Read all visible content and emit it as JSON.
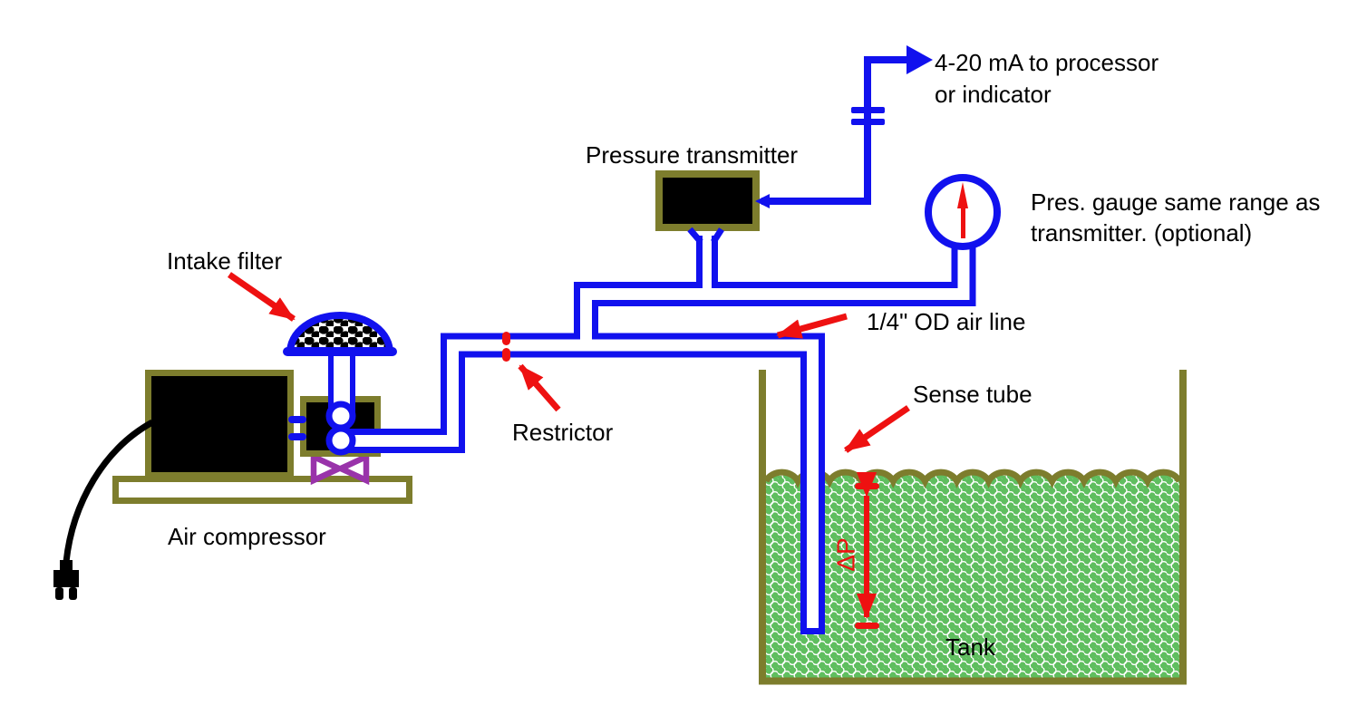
{
  "diagram": {
    "type": "bubbler-level-measurement-piping-diagram",
    "labels": {
      "intake_filter": "Intake filter",
      "pressure_transmitter": "Pressure transmitter",
      "output_line1": "4-20 mA to processor",
      "output_line2": "or indicator",
      "gauge_note_line1": "Pres. gauge same range as",
      "gauge_note_line2": "transmitter. (optional)",
      "air_line": "1/4\" OD air line",
      "sense_tube": "Sense tube",
      "restrictor": "Restrictor",
      "air_compressor": "Air compressor",
      "tank": "Tank",
      "delta_p": "ΔP"
    },
    "components": [
      "air-compressor-motor",
      "compressor-head",
      "intake-filter-dome",
      "check-valve-circles",
      "drive-coupling",
      "shutoff-valve",
      "power-plug",
      "base-plate",
      "restrictor-marks",
      "pressure-transmitter-box",
      "transmitter-funnel",
      "signal-wire",
      "connector-bars",
      "signal-arrowhead",
      "pressure-gauge",
      "gauge-needle",
      "air-line-tubing",
      "sense-tube",
      "tank-walls",
      "tank-liquid",
      "liquid-surface-wave",
      "delta-p-dimension-arrow"
    ],
    "colors": {
      "pipe_blue": "#1111ee",
      "frame_olive": "#7d7d2d",
      "liquid_green": "#5fbe5f",
      "accent_red": "#ee1111",
      "valve_purple": "#9933aa",
      "component_black": "#000000",
      "background": "#ffffff"
    }
  }
}
